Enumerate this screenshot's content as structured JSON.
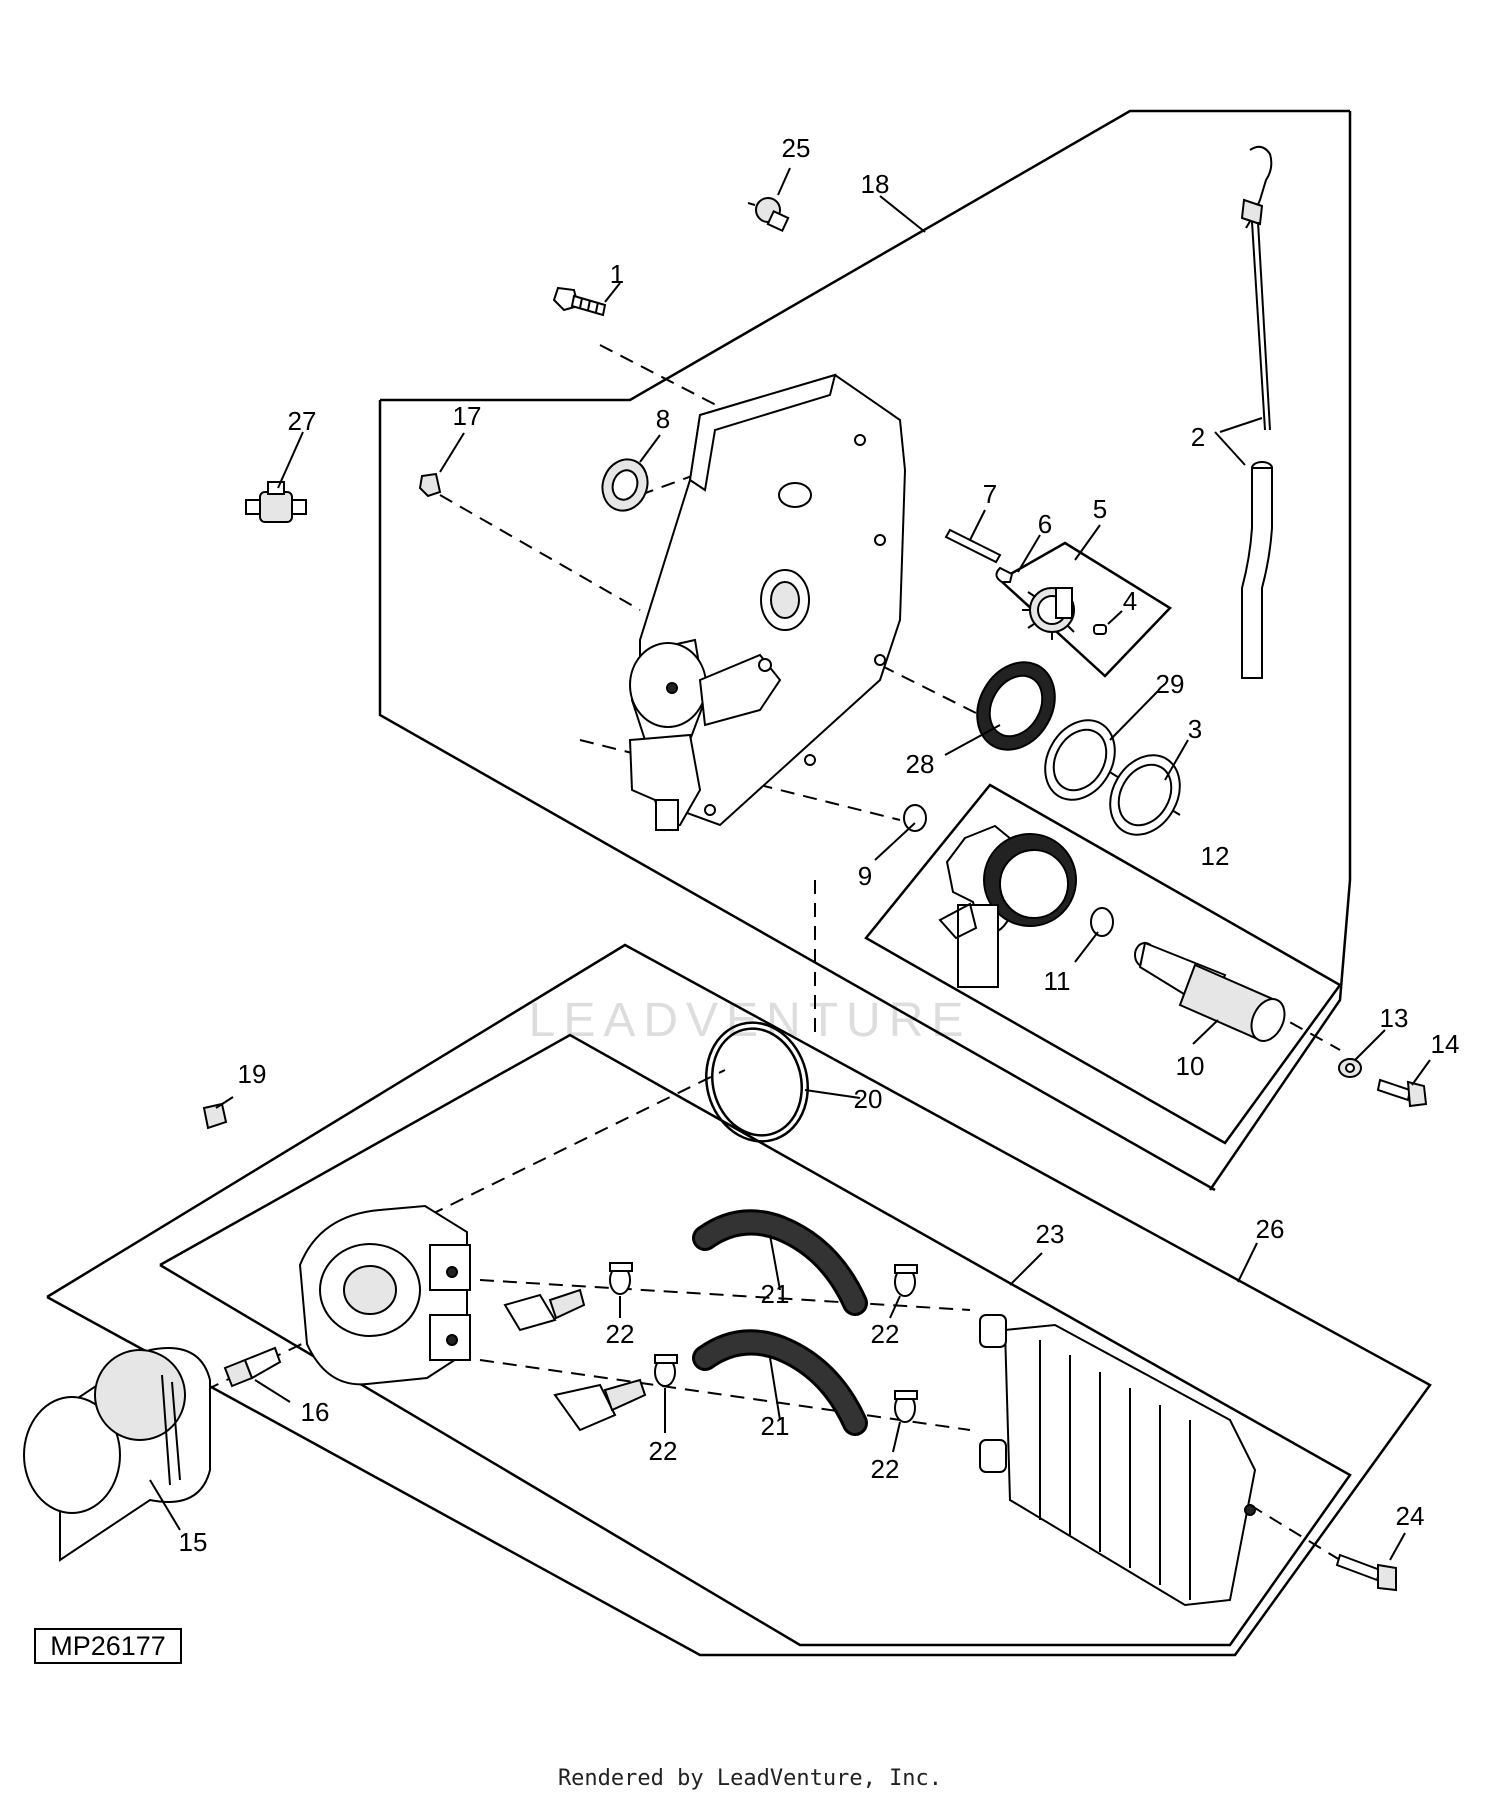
{
  "figure_id": "MP26177",
  "footer": "Rendered by LeadVenture, Inc.",
  "watermark": "LEADVENTURE",
  "callouts": {
    "c1": "1",
    "c2": "2",
    "c3": "3",
    "c4": "4",
    "c5": "5",
    "c6": "6",
    "c7": "7",
    "c8": "8",
    "c9": "9",
    "c10": "10",
    "c11": "11",
    "c12": "12",
    "c13": "13",
    "c14": "14",
    "c15": "15",
    "c16": "16",
    "c17": "17",
    "c18": "18",
    "c19": "19",
    "c20": "20",
    "c21a": "21",
    "c21b": "21",
    "c22a": "22",
    "c22b": "22",
    "c22c": "22",
    "c22d": "22",
    "c23": "23",
    "c24": "24",
    "c25": "25",
    "c26": "26",
    "c27": "27",
    "c28": "28",
    "c29": "29"
  }
}
